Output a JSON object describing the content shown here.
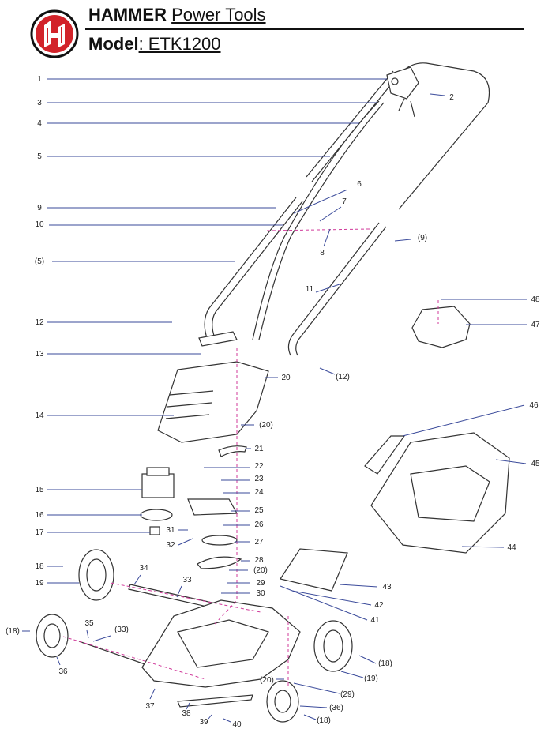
{
  "header": {
    "brand_bold": "HAMMER",
    "brand_rest": "Power Tools",
    "model_bold": "Model",
    "model_rest": ": ETK1200"
  },
  "colors": {
    "leader": "#3a4a9a",
    "part_line": "#333333",
    "logo_red": "#d2232a",
    "axis_pink": "#d0399a"
  },
  "labels": [
    "1",
    "3",
    "4",
    "5",
    "9",
    "10",
    "(5)",
    "12",
    "13",
    "14",
    "15",
    "16",
    "17",
    "18",
    "19",
    "(18)",
    "36",
    "37",
    "38",
    "39",
    "40",
    "2",
    "6",
    "7",
    "8",
    "(9)",
    "11",
    "(12)",
    "20",
    "(20)",
    "21",
    "22",
    "23",
    "24",
    "25",
    "26",
    "27",
    "28",
    "(20)",
    "29",
    "30",
    "31",
    "32",
    "33",
    "34",
    "35",
    "(33)",
    "48",
    "47",
    "46",
    "45",
    "44",
    "43",
    "42",
    "41",
    "(18)",
    "(19)",
    "(20)",
    "(29)",
    "(36)",
    "(18)"
  ]
}
